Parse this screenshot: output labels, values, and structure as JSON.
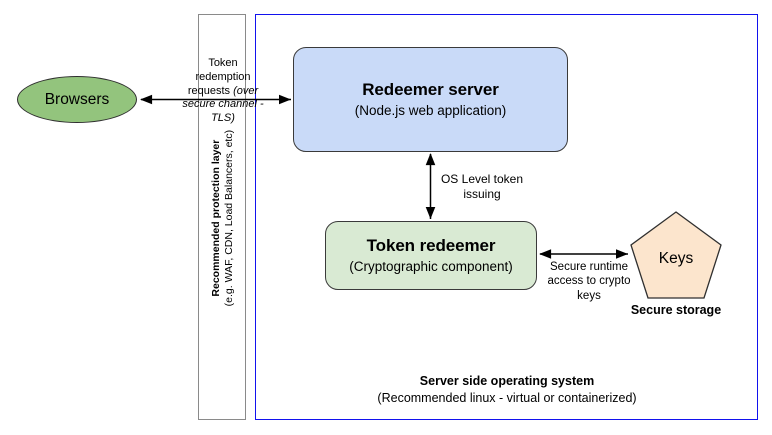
{
  "diagram": {
    "nodes": {
      "browsers": {
        "label": "Browsers",
        "color": "#93c47d"
      },
      "redeemer_server": {
        "title": "Redeemer server",
        "subtitle": "(Node.js web application)",
        "color": "#c9daf8"
      },
      "token_redeemer": {
        "title": "Token redeemer",
        "subtitle": "(Cryptographic component)",
        "color": "#d9ead3"
      },
      "keys": {
        "label": "Keys",
        "color": "#fce5cd"
      },
      "secure_storage_caption": "Secure storage"
    },
    "containers": {
      "protection_layer": {
        "title": "Recommended protection layer",
        "subtitle": "(e.g. WAF, CDN, Load Balancers, etc)",
        "border_color": "#8a8a8a"
      },
      "operating_system": {
        "title": "Server side operating system",
        "subtitle": "(Recommended linux - virtual or containerized)",
        "border_color": "#1212ee"
      }
    },
    "edges": {
      "browsers_to_server": {
        "line1": "Token",
        "line2": "redemption",
        "line3": "requests ",
        "line3_italic": "(over",
        "line4_italic": "secure channel -",
        "line5_italic": "TLS)"
      },
      "server_to_redeemer": {
        "line1": "OS Level token",
        "line2": "issuing"
      },
      "redeemer_to_keys": {
        "line1": "Secure runtime",
        "line2": "access to crypto",
        "line3": "keys"
      }
    }
  }
}
